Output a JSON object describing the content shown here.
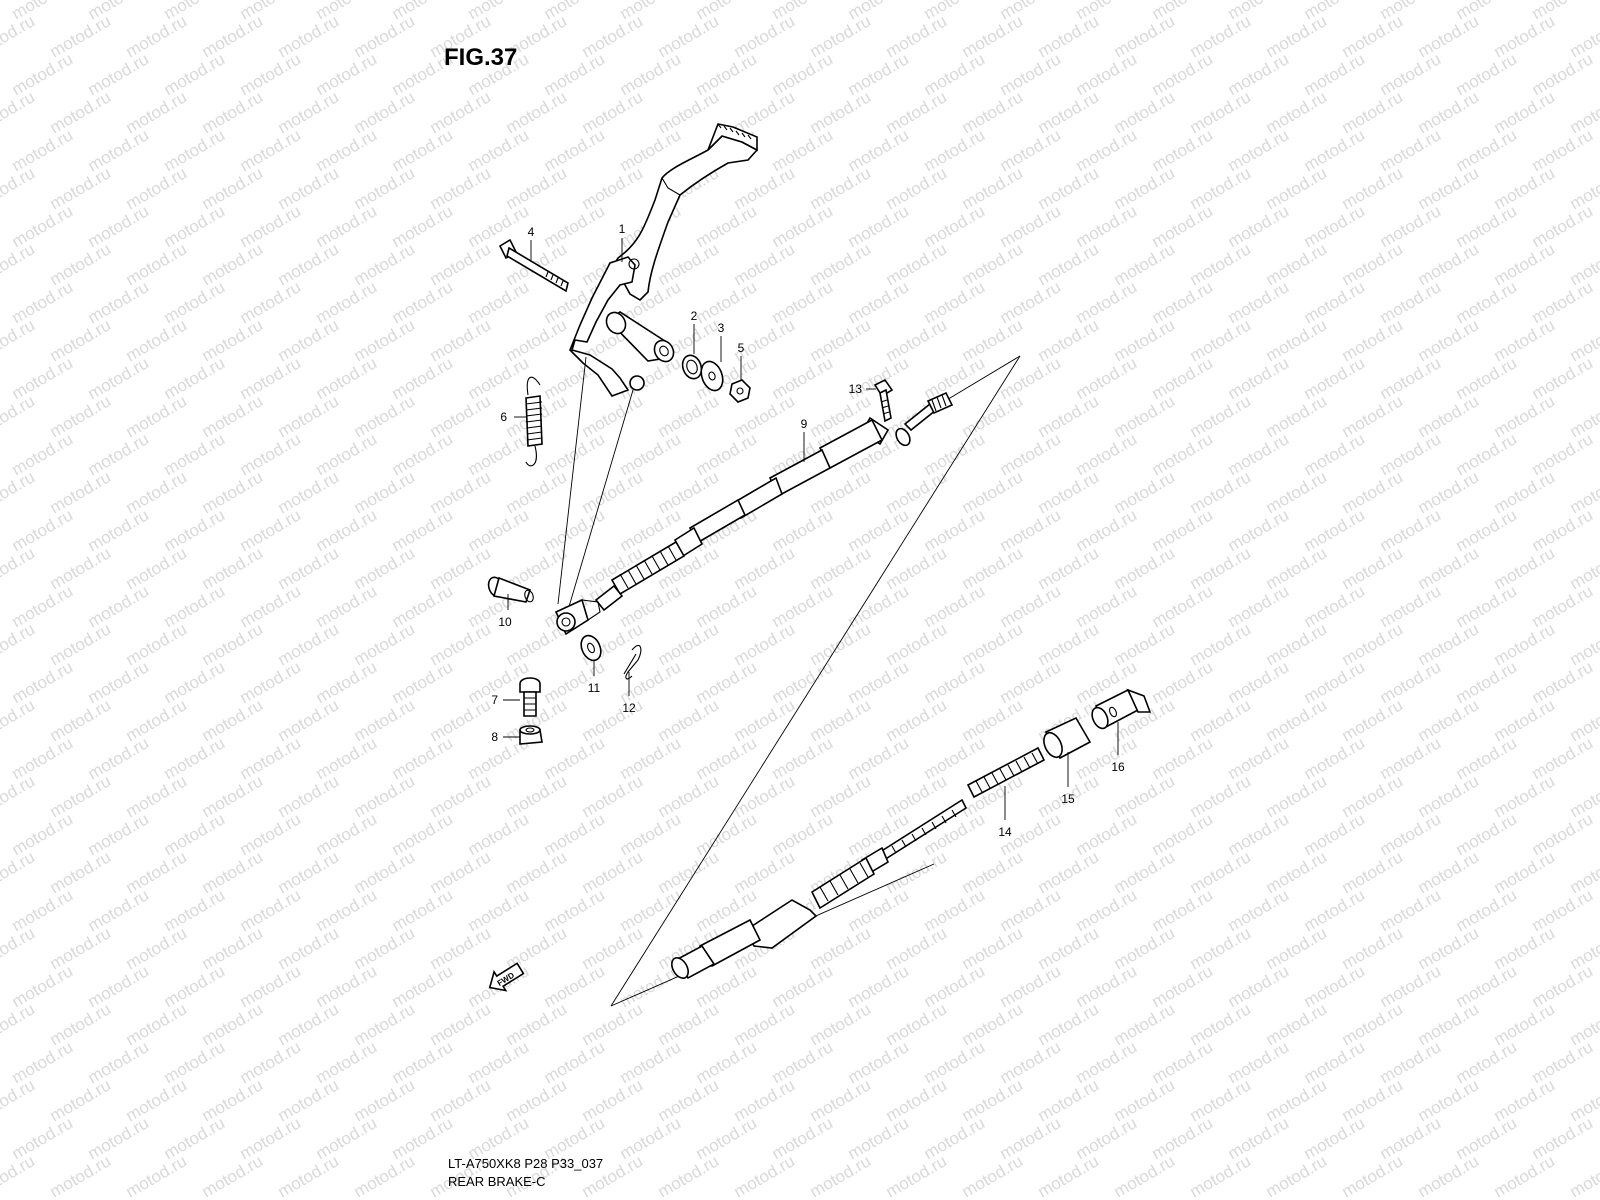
{
  "figure": {
    "title": "FIG.37",
    "code": "LT-A750XK8 P28 P33_037",
    "section": "REAR BRAKE-C"
  },
  "watermark": "motod.ru",
  "fwd_label": "FWD",
  "callouts": [
    {
      "key": "pedal",
      "label": "1"
    },
    {
      "key": "washer",
      "label": "2"
    },
    {
      "key": "washer2",
      "label": "3"
    },
    {
      "key": "bolt",
      "label": "4"
    },
    {
      "key": "nut",
      "label": "5"
    },
    {
      "key": "spring",
      "label": "6"
    },
    {
      "key": "bolt2",
      "label": "7"
    },
    {
      "key": "nut2",
      "label": "8"
    },
    {
      "key": "cable",
      "label": "9"
    },
    {
      "key": "pin",
      "label": "10"
    },
    {
      "key": "washer3",
      "label": "11"
    },
    {
      "key": "cotter-pin",
      "label": "12"
    },
    {
      "key": "bolt3",
      "label": "13"
    },
    {
      "key": "spring2",
      "label": "14"
    },
    {
      "key": "joint",
      "label": "15"
    },
    {
      "key": "joint2",
      "label": "16"
    }
  ]
}
